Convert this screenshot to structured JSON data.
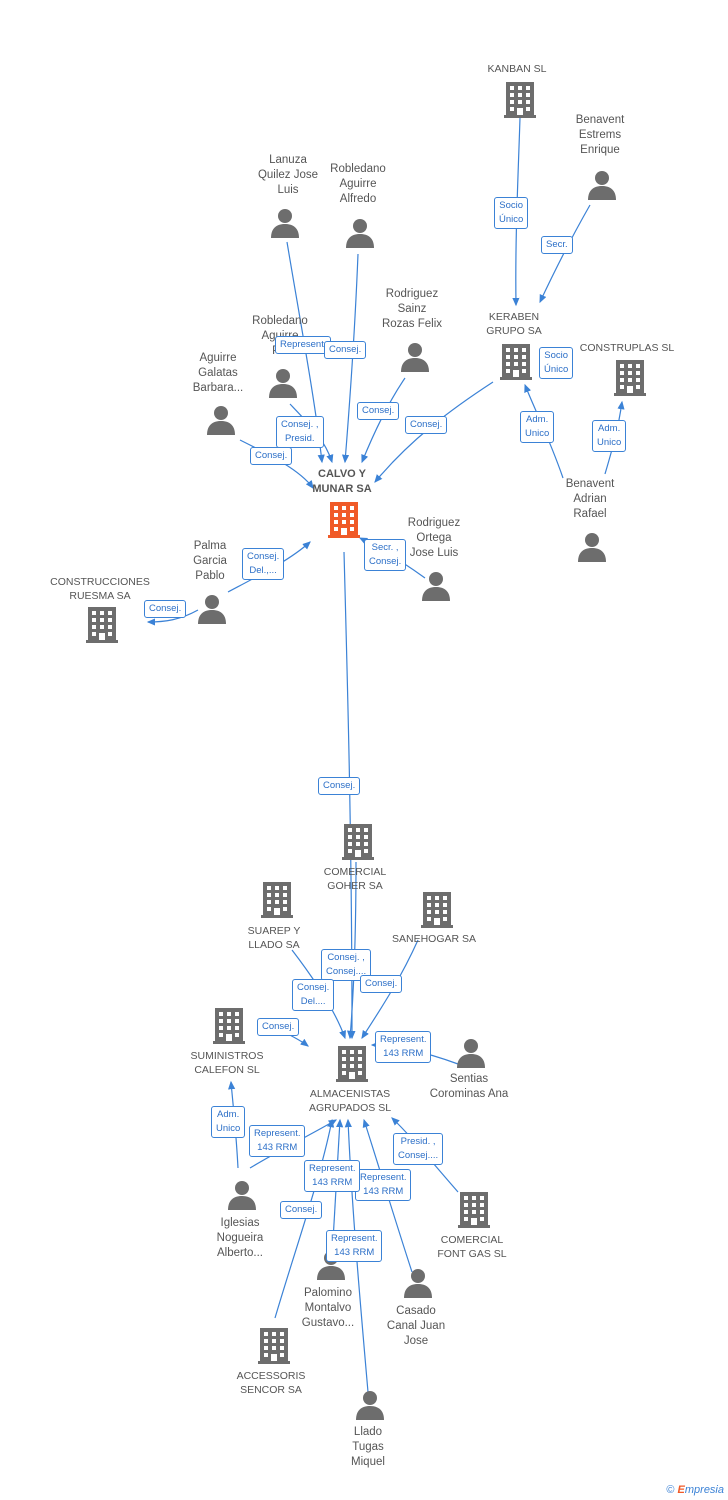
{
  "colors": {
    "edge": "#3b82d6",
    "node": "#6d6d6d",
    "focus": "#f05a28"
  },
  "footer": {
    "copyright": "©",
    "brand_e": "E",
    "brand_rest": "mpresia"
  },
  "nodes": [
    {
      "id": "kanban",
      "type": "company",
      "label": "KANBAN SL"
    },
    {
      "id": "benavent_estrems",
      "type": "person",
      "label": "Benavent\nEstrems\nEnrique"
    },
    {
      "id": "lanuza",
      "type": "person",
      "label": "Lanuza\nQuilez Jose\nLuis"
    },
    {
      "id": "robledano_alfredo",
      "type": "person",
      "label": "Robledano\nAguirre\nAlfredo"
    },
    {
      "id": "rodriguez_sainz",
      "type": "person",
      "label": "Rodriguez\nSainz\nRozas Felix"
    },
    {
      "id": "keraben",
      "type": "company",
      "label": "KERABEN\nGRUPO SA"
    },
    {
      "id": "construplas",
      "type": "company",
      "label": "CONSTRUPLAS SL"
    },
    {
      "id": "robledano_p",
      "type": "person",
      "label": "Robledano\nAguirre\nP..."
    },
    {
      "id": "aguirre_galatas",
      "type": "person",
      "label": "Aguirre\nGalatas\nBarbara..."
    },
    {
      "id": "calvo",
      "type": "focus",
      "label": "CALVO Y\nMUNAR SA"
    },
    {
      "id": "benavent_adrian",
      "type": "person",
      "label": "Benavent\nAdrian\nRafael"
    },
    {
      "id": "rodriguez_ortega",
      "type": "person",
      "label": "Rodriguez\nOrtega\nJose Luis"
    },
    {
      "id": "palma",
      "type": "person",
      "label": "Palma\nGarcia\nPablo"
    },
    {
      "id": "ruesma",
      "type": "company",
      "label": "CONSTRUCCIONES\nRUESMA SA"
    },
    {
      "id": "goher",
      "type": "company",
      "label": "COMERCIAL\nGOHER SA"
    },
    {
      "id": "suarep",
      "type": "company",
      "label": "SUAREP Y\nLLADO SA"
    },
    {
      "id": "sanehogar",
      "type": "company",
      "label": "SANEHOGAR SA"
    },
    {
      "id": "calefon",
      "type": "company",
      "label": "SUMINISTROS\nCALEFON SL"
    },
    {
      "id": "almacenistas",
      "type": "company",
      "label": "ALMACENISTAS\nAGRUPADOS SL"
    },
    {
      "id": "sentias",
      "type": "person",
      "label": "Sentias\nCorominas Ana"
    },
    {
      "id": "iglesias",
      "type": "person",
      "label": "Iglesias\nNogueira\nAlberto..."
    },
    {
      "id": "fontgas",
      "type": "company",
      "label": "COMERCIAL\nFONT GAS SL"
    },
    {
      "id": "palomino",
      "type": "person",
      "label": "Palomino\nMontalvo\nGustavo..."
    },
    {
      "id": "casado",
      "type": "person",
      "label": "Casado\nCanal Juan\nJose"
    },
    {
      "id": "sencor",
      "type": "company",
      "label": "ACCESSORIS\nSENCOR SA"
    },
    {
      "id": "llado",
      "type": "person",
      "label": "Llado\nTugas\nMiquel"
    }
  ],
  "edge_labels": [
    {
      "id": "socio_unico_1",
      "text": "Socio\nÚnico"
    },
    {
      "id": "secr_1",
      "text": "Secr."
    },
    {
      "id": "socio_unico_2",
      "text": "Socio\nÚnico"
    },
    {
      "id": "represent_1",
      "text": "Represent."
    },
    {
      "id": "consej_1",
      "text": "Consej."
    },
    {
      "id": "consej_2",
      "text": "Consej."
    },
    {
      "id": "consej_presid",
      "text": "Consej. ,\nPresid."
    },
    {
      "id": "consej_3",
      "text": "Consej."
    },
    {
      "id": "consej_4",
      "text": "Consej."
    },
    {
      "id": "adm_unico_1",
      "text": "Adm.\nUnico"
    },
    {
      "id": "adm_unico_2",
      "text": "Adm.\nUnico"
    },
    {
      "id": "secr_consej",
      "text": "Secr. ,\nConsej."
    },
    {
      "id": "consej_del_1",
      "text": "Consej.\nDel.,..."
    },
    {
      "id": "consej_5",
      "text": "Consej."
    },
    {
      "id": "consej_6",
      "text": "Consej."
    },
    {
      "id": "consej_consej",
      "text": "Consej. ,\nConsej...."
    },
    {
      "id": "consej_7",
      "text": "Consej."
    },
    {
      "id": "consej_del_2",
      "text": "Consej.\nDel...."
    },
    {
      "id": "consej_8",
      "text": "Consej."
    },
    {
      "id": "represent_2",
      "text": "Represent.\n143 RRM"
    },
    {
      "id": "adm_unico_3",
      "text": "Adm.\nUnico"
    },
    {
      "id": "represent_3",
      "text": "Represent.\n143 RRM"
    },
    {
      "id": "presid_consej",
      "text": "Presid. ,\nConsej...."
    },
    {
      "id": "represent_4",
      "text": "Represent.\n143 RRM"
    },
    {
      "id": "represent_5",
      "text": "Represent.\n143 RRM"
    },
    {
      "id": "consej_9",
      "text": "Consej."
    },
    {
      "id": "represent_6",
      "text": "Represent.\n143 RRM"
    }
  ]
}
